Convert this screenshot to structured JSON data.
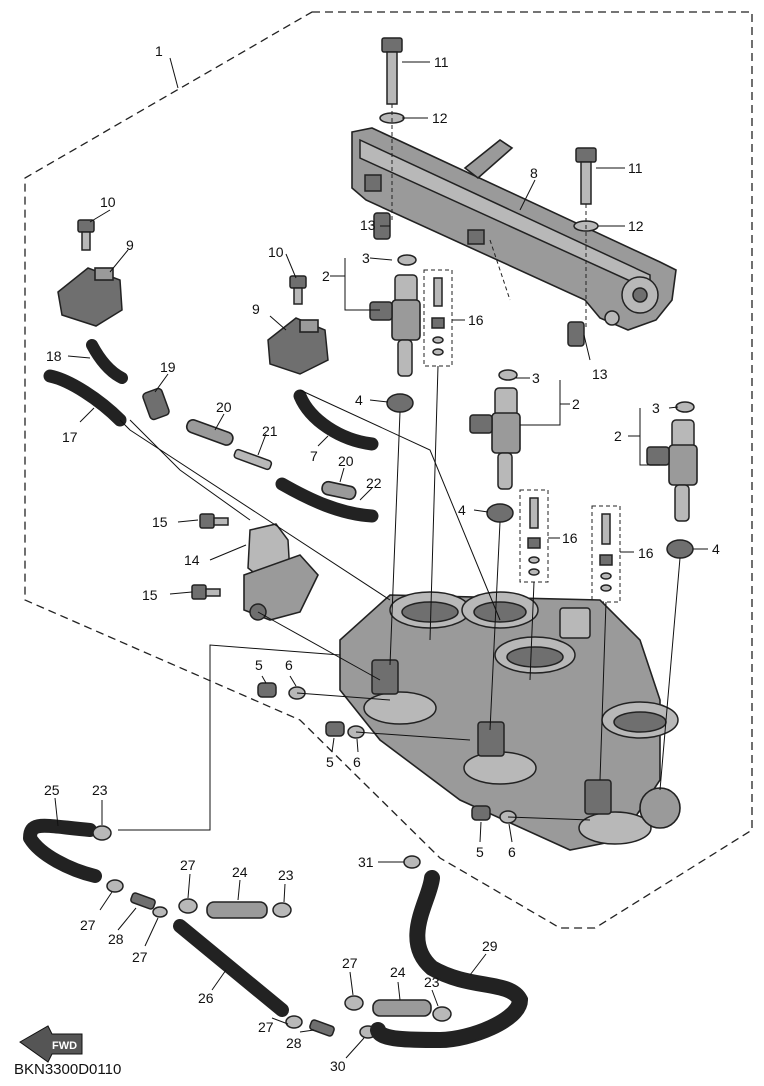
{
  "diagram_code": "BKN3300D0110",
  "fwd_label": "FWD",
  "callouts": {
    "c1": "1",
    "c2a": "2",
    "c2b": "2",
    "c2c": "2",
    "c3a": "3",
    "c3b": "3",
    "c3c": "3",
    "c4a": "4",
    "c4b": "4",
    "c4c": "4",
    "c4d": "4",
    "c5a": "5",
    "c5b": "5",
    "c5c": "5",
    "c6a": "6",
    "c6b": "6",
    "c6c": "6",
    "c7": "7",
    "c8": "8",
    "c9a": "9",
    "c9b": "9",
    "c10a": "10",
    "c10b": "10",
    "c11a": "11",
    "c11b": "11",
    "c12a": "12",
    "c12b": "12",
    "c13a": "13",
    "c13b": "13",
    "c14": "14",
    "c15a": "15",
    "c15b": "15",
    "c16a": "16",
    "c16b": "16",
    "c16c": "16",
    "c17": "17",
    "c18": "18",
    "c19": "19",
    "c20a": "20",
    "c20b": "20",
    "c21": "21",
    "c22": "22",
    "c23a": "23",
    "c23b": "23",
    "c23c": "23",
    "c24a": "24",
    "c24b": "24",
    "c25": "25",
    "c26": "26",
    "c27a": "27",
    "c27b": "27",
    "c27c": "27",
    "c27d": "27",
    "c27e": "27",
    "c28a": "28",
    "c28b": "28",
    "c29": "29",
    "c30": "30",
    "c31": "31"
  }
}
